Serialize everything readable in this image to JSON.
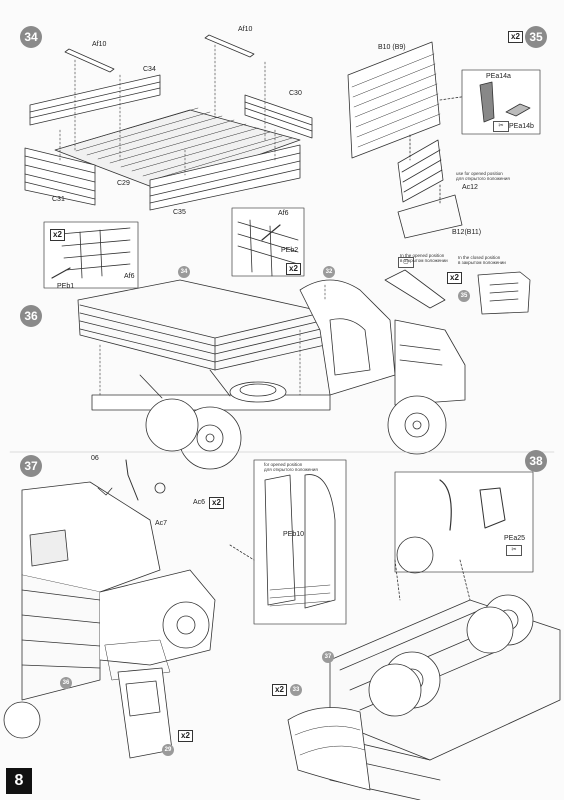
{
  "page_number": "8",
  "steps": {
    "s34": "34",
    "s35": "35",
    "s36": "36",
    "s37": "37",
    "s38": "38"
  },
  "callouts": {
    "c34": "34",
    "c32": "32",
    "c35": "35",
    "c37": "37",
    "c33": "33",
    "c36": "36",
    "c29": "29"
  },
  "x2": "x2",
  "parts": {
    "af10_left": "Af10",
    "af10_right": "Af10",
    "c34": "C34",
    "c30": "C30",
    "c29": "C29",
    "c31": "C31",
    "c35": "C35",
    "b10": "B10 (B9)",
    "pea14a": "PEa14a",
    "pea14b": "PEa14b",
    "ac12": "Ac12",
    "b12": "B12(B11)",
    "af6_left": "Af6",
    "peb1": "PEb1",
    "af6_right": "Af6",
    "peb2": "PEb2",
    "ac6": "Ac6",
    "ac7": "Ac7",
    "peb10": "PEb10",
    "pea25": "PEa25",
    "num06": "06"
  },
  "notes": {
    "opened_en": "use for opened position",
    "opened_ru": "для открытого положения",
    "opened2_en": "In the opened position",
    "opened2_ru": "в открытом положении",
    "closed_en": "In the closed position",
    "closed_ru": "в закрытом положении",
    "step37_en": "for opened position",
    "step37_ru": "для открытого положения"
  }
}
